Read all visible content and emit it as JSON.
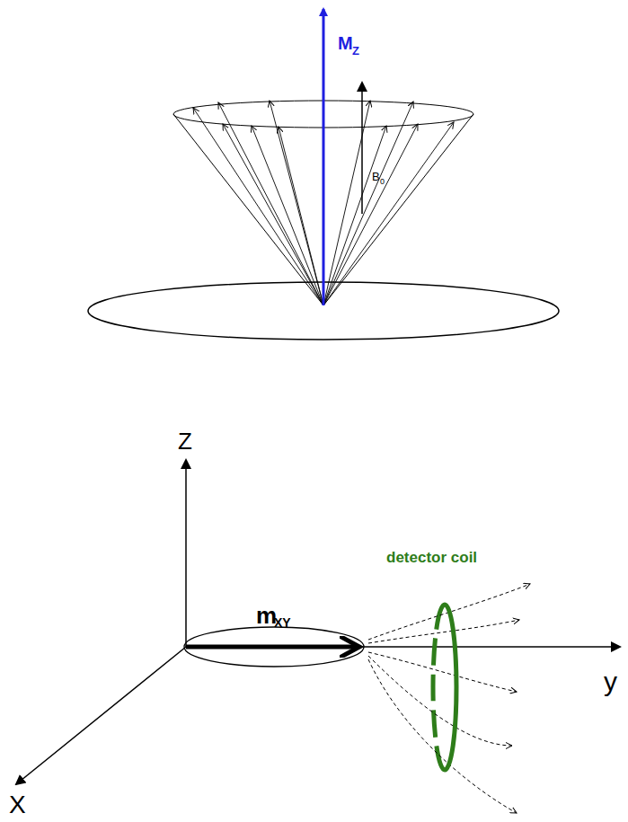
{
  "diagram": {
    "labels": [
      "M",
      "Z",
      "B",
      "0",
      "Z",
      "m",
      "XY",
      "detector coil",
      "X",
      "y"
    ]
  }
}
